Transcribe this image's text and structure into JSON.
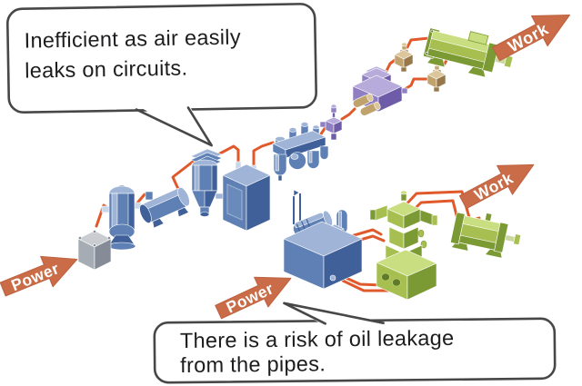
{
  "callouts": {
    "pneumatic": {
      "line1": "Inefficient as air easily",
      "line2": "leaks on circuits."
    },
    "hydraulic": {
      "line1": "There is a risk of oil leakage",
      "line2": "from the pipes."
    }
  },
  "arrows": {
    "pneumatic_power": "Power",
    "pneumatic_work": "Work",
    "hydraulic_power": "Power",
    "hydraulic_work": "Work"
  },
  "palette": {
    "pipe_orange": "#E0592A",
    "arrow_orange": "#C96C47",
    "machine_blue": "#5E80B4",
    "machine_blue_dark": "#40609A",
    "machine_blue_light": "#9FB4D6",
    "machine_gray": "#A6ACB4",
    "machine_purple": "#8F7EC1",
    "machine_tan": "#C0A36C",
    "machine_green": "#A6BF50",
    "callout_border": "#474747",
    "text_color": "#1D1D1F",
    "background": "#FFFFFF"
  },
  "machines": {
    "pneumatic": [
      "electric-motor",
      "air-tank",
      "aftercooler",
      "main-line-filter",
      "air-dryer",
      "frl-unit",
      "pilot-valve",
      "solenoid-valve-manifold",
      "speed-controller-a",
      "speed-controller-b",
      "air-cylinder"
    ],
    "hydraulic": [
      "hydraulic-power-unit",
      "hydraulic-valve-stack",
      "hydraulic-cylinder"
    ]
  }
}
